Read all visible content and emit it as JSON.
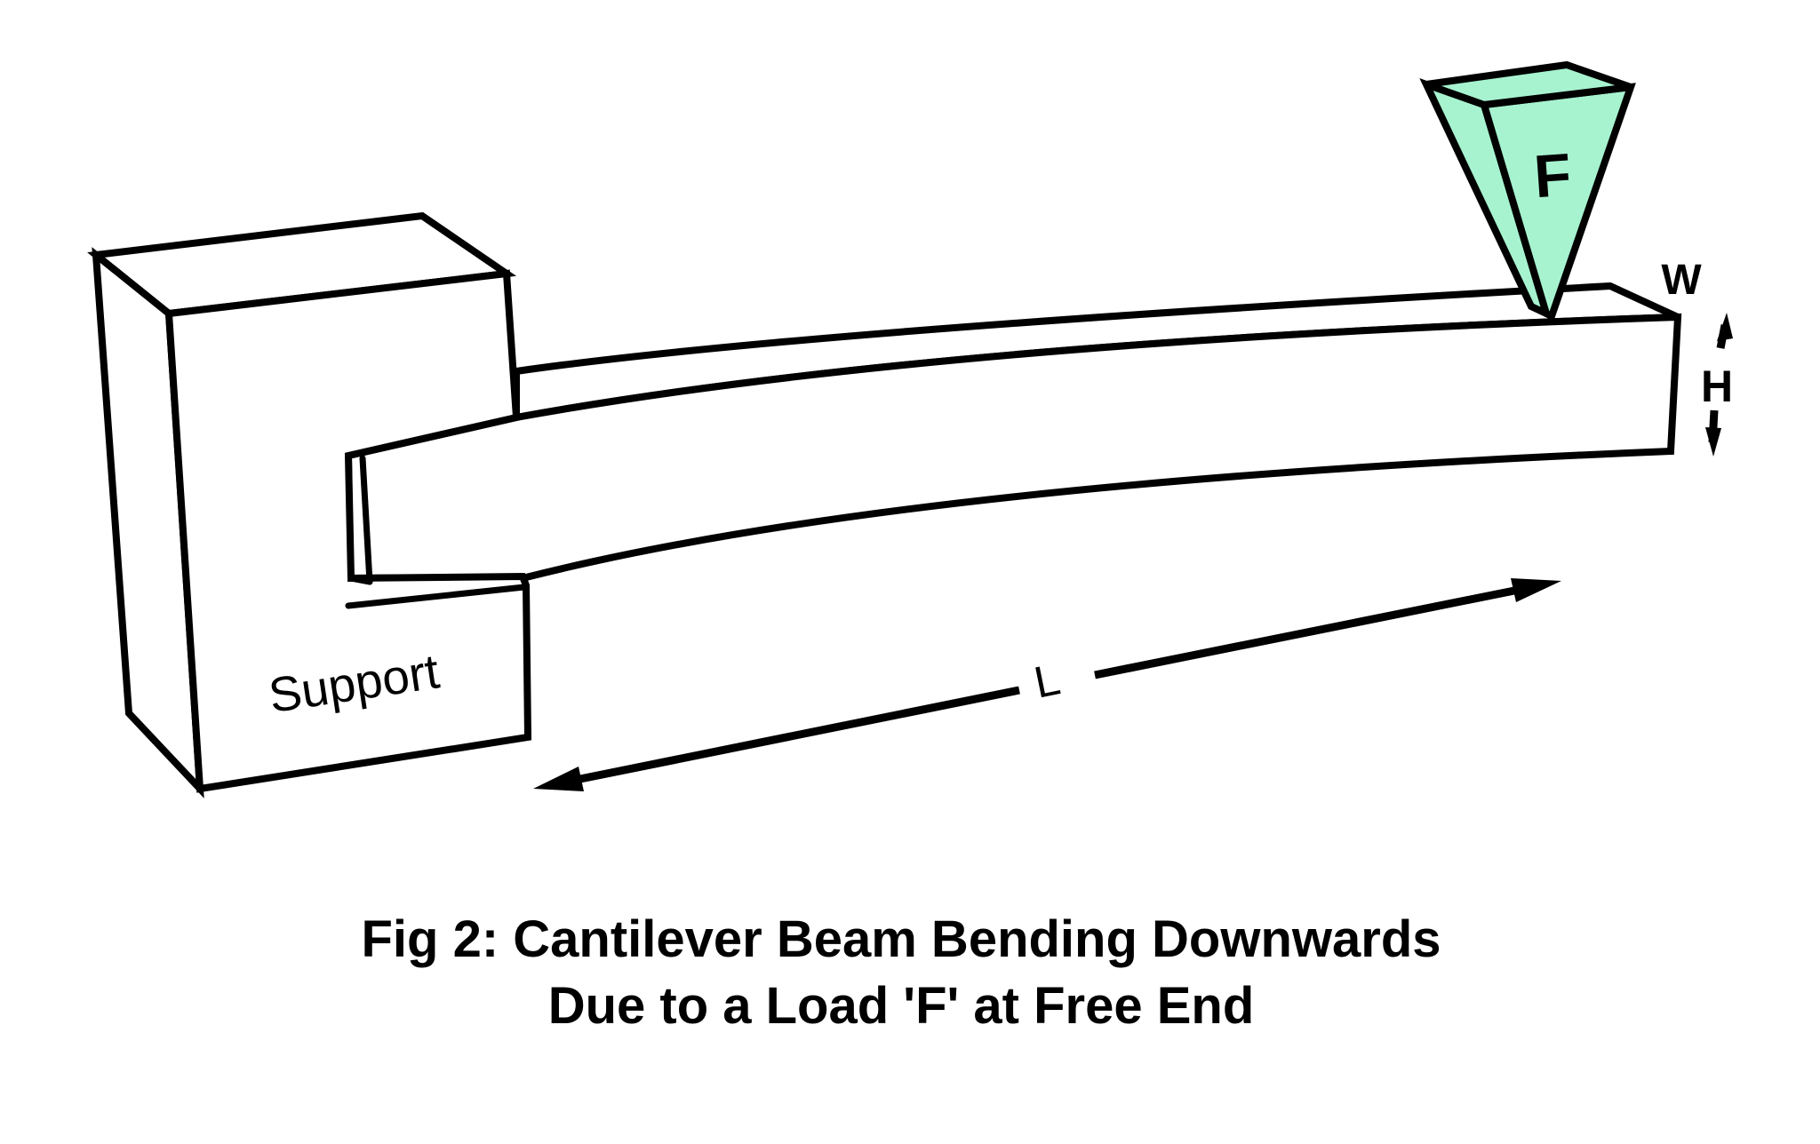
{
  "figure": {
    "caption_line1": "Fig 2: Cantilever Beam Bending Downwards",
    "caption_line2": "Due to a Load 'F' at Free End",
    "labels": {
      "support": "Support",
      "force": "F",
      "beam_width": "W",
      "beam_height": "H",
      "beam_length": "L"
    },
    "colors": {
      "force_arrow_fill": "#A7F3D0",
      "line": "#000000",
      "background": "#FFFFFF"
    }
  }
}
